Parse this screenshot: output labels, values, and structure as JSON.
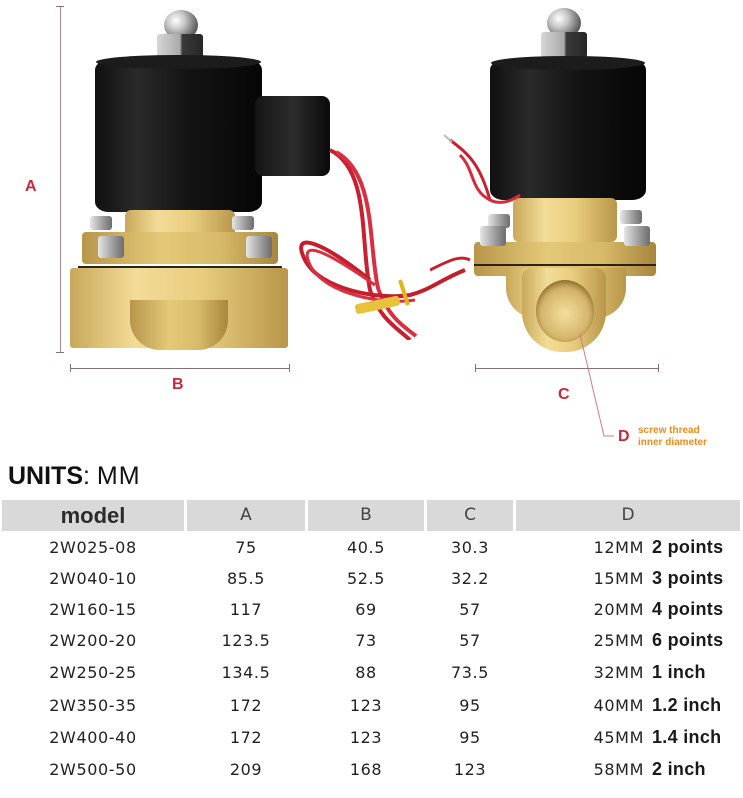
{
  "figure": {
    "labels": {
      "a": "A",
      "b": "B",
      "c": "C",
      "d": "D"
    },
    "d_note_line1": "screw thread",
    "d_note_line2": "inner diameter",
    "colors": {
      "dimension_label": "#c8283c",
      "note": "#f08a1c",
      "dimension_line": "#8a6f72"
    },
    "views": [
      "side-view-valve",
      "front-view-valve"
    ]
  },
  "units": {
    "label": "UNITS",
    "separator": ":",
    "value": "MM"
  },
  "table": {
    "headers": [
      "model",
      "A",
      "B",
      "C",
      "D"
    ],
    "rows": [
      {
        "model": "2W025-08",
        "a": "75",
        "b": "40.5",
        "c": "30.3",
        "d_mm": "12MM",
        "d_size": "2 points"
      },
      {
        "model": "2W040-10",
        "a": "85.5",
        "b": "52.5",
        "c": "32.2",
        "d_mm": "15MM",
        "d_size": "3 points"
      },
      {
        "model": "2W160-15",
        "a": "117",
        "b": "69",
        "c": "57",
        "d_mm": "20MM",
        "d_size": "4 points"
      },
      {
        "model": "2W200-20",
        "a": "123.5",
        "b": "73",
        "c": "57",
        "d_mm": "25MM",
        "d_size": "6 points"
      },
      {
        "model": "2W250-25",
        "a": "134.5",
        "b": "88",
        "c": "73.5",
        "d_mm": "32MM",
        "d_size": "1 inch"
      },
      {
        "model": "2W350-35",
        "a": "172",
        "b": "123",
        "c": "95",
        "d_mm": "40MM",
        "d_size": "1.2 inch"
      },
      {
        "model": "2W400-40",
        "a": "172",
        "b": "123",
        "c": "95",
        "d_mm": "45MM",
        "d_size": "1.4 inch"
      },
      {
        "model": "2W500-50",
        "a": "209",
        "b": "168",
        "c": "123",
        "d_mm": "58MM",
        "d_size": "2 inch"
      }
    ],
    "colors": {
      "header_bg": "#d9d9d9",
      "header_text": "#444444",
      "body_text": "#222222"
    }
  }
}
